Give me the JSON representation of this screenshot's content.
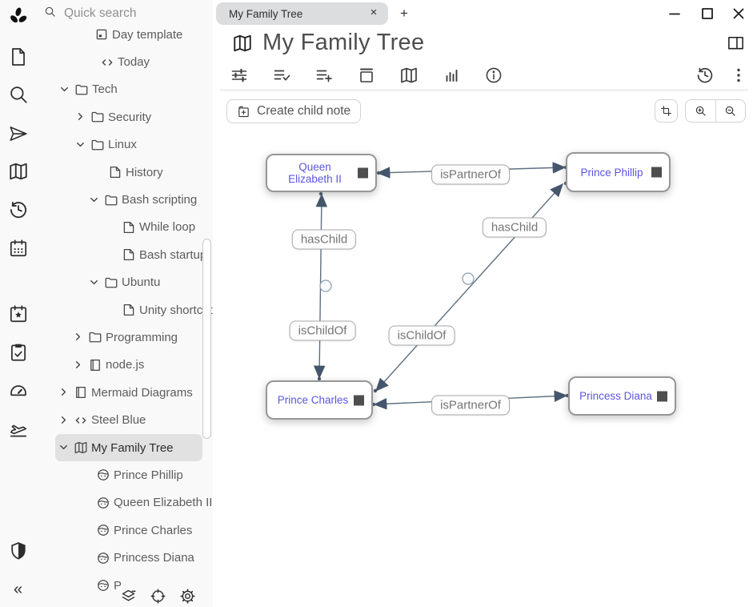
{
  "ui": {
    "quick_search_placeholder": "Quick search",
    "tab_close_glyph": "×",
    "new_tab_glyph": "+",
    "collapse_glyph": "«"
  },
  "tabs": {
    "active_label": "My Family Tree"
  },
  "note": {
    "title": "My Family Tree"
  },
  "actions": {
    "create_child_button": "Create child note"
  },
  "launcher": {
    "icons": [
      "trilium-logo",
      "new-note",
      "search",
      "jump-to",
      "note-map",
      "recent-changes",
      "calendar",
      "events",
      "tasks",
      "dashboard",
      "travel",
      "protected-session",
      "collapse"
    ]
  },
  "ribbon": {
    "icons": [
      "basic-properties",
      "owned-attributes",
      "add-attribute",
      "note-paths",
      "note-map",
      "note-info",
      "info"
    ],
    "right_icons": [
      "note-revisions",
      "more-menu"
    ]
  },
  "map_toolbar": {
    "icons": [
      "reset-pan",
      "zoom-in",
      "zoom-out"
    ]
  },
  "sidebar": {
    "tree": [
      {
        "label": "Day template",
        "icon": "template"
      },
      {
        "label": "Today",
        "icon": "code"
      },
      {
        "label": "Tech",
        "icon": "folder",
        "state": "expanded"
      },
      {
        "label": "Security",
        "icon": "folder",
        "state": "collapsed"
      },
      {
        "label": "Linux",
        "icon": "folder",
        "state": "expanded"
      },
      {
        "label": "History",
        "icon": "note"
      },
      {
        "label": "Bash scripting",
        "icon": "folder",
        "state": "expanded"
      },
      {
        "label": "While loop",
        "icon": "note"
      },
      {
        "label": "Bash startup",
        "icon": "note"
      },
      {
        "label": "Ubuntu",
        "icon": "folder",
        "state": "expanded"
      },
      {
        "label": "Unity shortcuts",
        "icon": "note"
      },
      {
        "label": "Programming",
        "icon": "folder",
        "state": "collapsed"
      },
      {
        "label": "node.js",
        "icon": "book",
        "state": "collapsed"
      },
      {
        "label": "Mermaid Diagrams",
        "icon": "book",
        "state": "collapsed"
      },
      {
        "label": "Steel Blue",
        "icon": "code",
        "state": "collapsed"
      },
      {
        "label": "My Family Tree",
        "icon": "map",
        "state": "expanded",
        "selected": true
      },
      {
        "label": "Prince Phillip",
        "icon": "person"
      },
      {
        "label": "Queen Elizabeth II",
        "icon": "person"
      },
      {
        "label": "Prince Charles",
        "icon": "person"
      },
      {
        "label": "Princess Diana",
        "icon": "person"
      },
      {
        "label": "P",
        "icon": "person"
      },
      {
        "label": "",
        "icon": "folder"
      }
    ],
    "bottom_icons": [
      "layers",
      "crosshair",
      "gear"
    ]
  },
  "map": {
    "nodes": {
      "qe": "Queen Elizabeth II",
      "pp": "Prince Phillip",
      "pc": "Prince Charles",
      "pd": "Princess Diana"
    },
    "edge_labels": {
      "partner_top": "isPartnerOf",
      "has_child_left": "hasChild",
      "is_child_left": "isChildOf",
      "has_child_right": "hasChild",
      "is_child_right": "isChildOf",
      "partner_bottom": "isPartnerOf"
    },
    "relations": [
      {
        "from": "Queen Elizabeth II",
        "to": "Prince Phillip",
        "type": "isPartnerOf"
      },
      {
        "from": "Queen Elizabeth II",
        "to": "Prince Charles",
        "type": "hasChild"
      },
      {
        "from": "Prince Charles",
        "to": "Queen Elizabeth II",
        "type": "isChildOf"
      },
      {
        "from": "Prince Phillip",
        "to": "Prince Charles",
        "type": "hasChild"
      },
      {
        "from": "Prince Charles",
        "to": "Prince Phillip",
        "type": "isChildOf"
      },
      {
        "from": "Prince Charles",
        "to": "Princess Diana",
        "type": "isPartnerOf"
      }
    ]
  },
  "colors": {
    "node_link": "#5b55e0",
    "edge": "#5d7080",
    "arrow": "#44566b",
    "selected_row_bg": "#e1e1e1",
    "tab_bg": "#dcdddf",
    "sidebar_bg": "#f9f9f9"
  }
}
